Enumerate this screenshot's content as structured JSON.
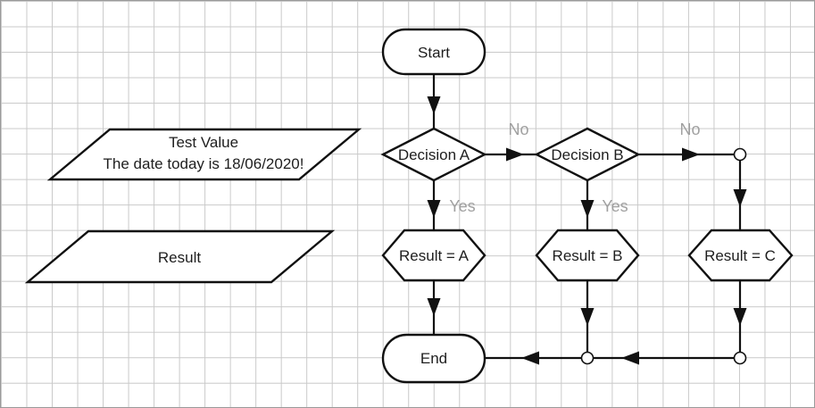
{
  "colors": {
    "shape_stroke": "#111111",
    "shape_fill": "#ffffff",
    "text_color": "#1e1e1e",
    "edge_label_color": "#a0a0a0",
    "grid_line": "#c9c9c9",
    "canvas_border": "#9a9a9a",
    "canvas_bg": "#ffffff"
  },
  "flowchart": {
    "nodes": {
      "start": {
        "label": "Start",
        "type": "terminator"
      },
      "decision_a": {
        "label": "Decision A",
        "type": "decision"
      },
      "decision_b": {
        "label": "Decision B",
        "type": "decision"
      },
      "result_a": {
        "label": "Result = A",
        "type": "preparation-hexagon"
      },
      "result_b": {
        "label": "Result = B",
        "type": "preparation-hexagon"
      },
      "result_c": {
        "label": "Result = C",
        "type": "preparation-hexagon"
      },
      "end": {
        "label": "End",
        "type": "terminator"
      },
      "io_test_value": {
        "type": "data-parallelogram",
        "lines": [
          "Test Value",
          "The date today is 18/06/2020!"
        ]
      },
      "io_result": {
        "label": "Result",
        "type": "data-parallelogram"
      }
    },
    "edge_labels": {
      "decision_a_no": "No",
      "decision_a_yes": "Yes",
      "decision_b_no": "No",
      "decision_b_yes": "Yes"
    }
  }
}
